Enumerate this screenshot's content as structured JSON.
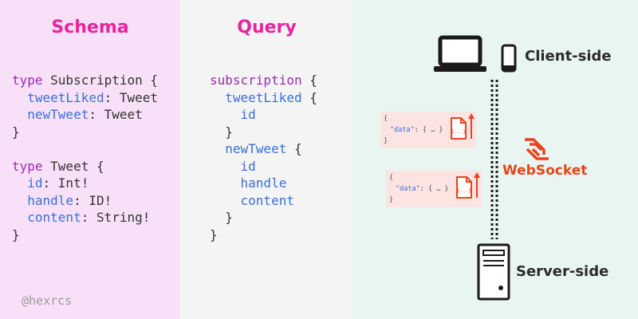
{
  "schema": {
    "title": "Schema",
    "lines": [
      [
        {
          "t": "type",
          "c": "kw"
        },
        {
          "t": " Subscription {"
        }
      ],
      [
        {
          "t": "  "
        },
        {
          "t": "tweetLiked",
          "c": "fld"
        },
        {
          "t": ": Tweet"
        }
      ],
      [
        {
          "t": "  "
        },
        {
          "t": "newTweet",
          "c": "fld"
        },
        {
          "t": ": Tweet"
        }
      ],
      [
        {
          "t": "}"
        }
      ],
      [
        {
          "t": ""
        }
      ],
      [
        {
          "t": "type",
          "c": "kw"
        },
        {
          "t": " Tweet {"
        }
      ],
      [
        {
          "t": "  "
        },
        {
          "t": "id",
          "c": "fld"
        },
        {
          "t": ": Int!"
        }
      ],
      [
        {
          "t": "  "
        },
        {
          "t": "handle",
          "c": "fld"
        },
        {
          "t": ": ID!"
        }
      ],
      [
        {
          "t": "  "
        },
        {
          "t": "content",
          "c": "fld"
        },
        {
          "t": ": String!"
        }
      ],
      [
        {
          "t": "}"
        }
      ]
    ]
  },
  "query": {
    "title": "Query",
    "lines": [
      [
        {
          "t": "subscription",
          "c": "kw"
        },
        {
          "t": " {"
        }
      ],
      [
        {
          "t": "  "
        },
        {
          "t": "tweetLiked",
          "c": "fld"
        },
        {
          "t": " {"
        }
      ],
      [
        {
          "t": "    "
        },
        {
          "t": "id",
          "c": "fld"
        }
      ],
      [
        {
          "t": "  }"
        }
      ],
      [
        {
          "t": "  "
        },
        {
          "t": "newTweet",
          "c": "fld"
        },
        {
          "t": " {"
        }
      ],
      [
        {
          "t": "    "
        },
        {
          "t": "id",
          "c": "fld"
        }
      ],
      [
        {
          "t": "    "
        },
        {
          "t": "handle",
          "c": "fld"
        }
      ],
      [
        {
          "t": "    "
        },
        {
          "t": "content",
          "c": "fld"
        }
      ],
      [
        {
          "t": "  }"
        }
      ],
      [
        {
          "t": "}"
        }
      ]
    ]
  },
  "author_handle": "@hexrcs",
  "diagram": {
    "client_label": "Client-side",
    "server_label": "Server-side",
    "websocket_label": "WebSocket",
    "messages": [
      {
        "open": "{",
        "key": "\"data\"",
        "rest": ": { … }",
        "close": "}",
        "file_icon_text": "{...}"
      },
      {
        "open": "{",
        "key": "\"data\"",
        "rest": ": { … }",
        "close": "}",
        "file_icon_text": "{...}"
      }
    ],
    "icons": [
      "laptop-icon",
      "phone-icon",
      "server-icon",
      "websocket-logo-icon",
      "json-file-icon",
      "up-arrow-icon"
    ],
    "colors": {
      "heading": "#e6249e",
      "keyword": "#9c2ab2",
      "field": "#3b6fd6",
      "websocket": "#e8441c",
      "arrow": "#e8441c"
    }
  }
}
